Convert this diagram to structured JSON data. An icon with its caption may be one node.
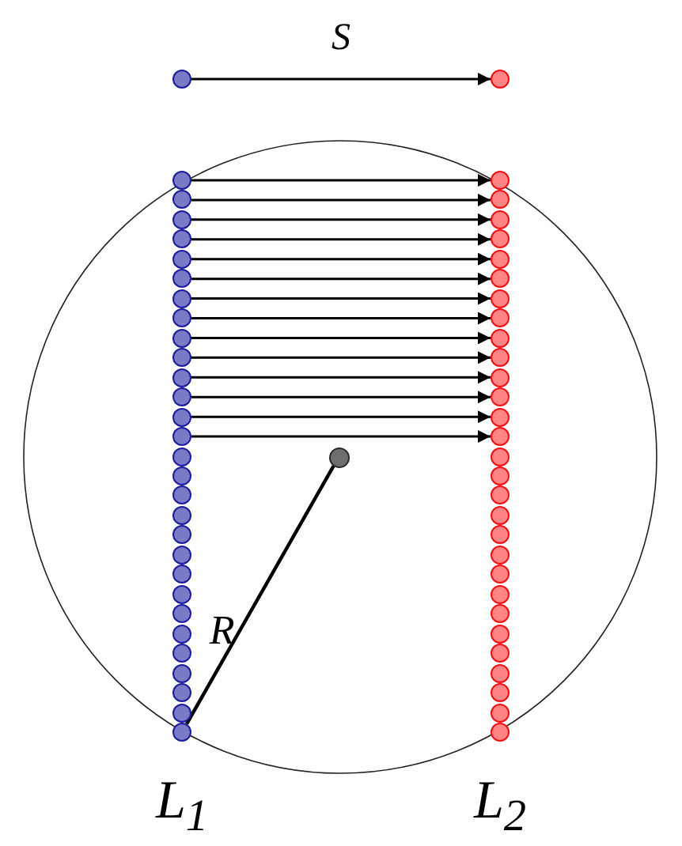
{
  "diagram": {
    "nodes": [
      {
        "text": [],
        "shape": "circle"
      },
      {
        "text": [],
        "shape": "circle"
      },
      {
        "text": [],
        "shape": "circle"
      },
      {
        "text": [],
        "shape": "circle"
      },
      {
        "text": [],
        "shape": "circle"
      },
      {
        "text": [],
        "shape": "circle"
      },
      {
        "text": [],
        "shape": "circle"
      },
      {
        "text": [],
        "shape": "circle"
      },
      {
        "text": [],
        "shape": "circle"
      },
      {
        "text": [],
        "shape": "circle"
      },
      {
        "text": [],
        "shape": "circle"
      },
      {
        "text": [],
        "shape": "circle"
      },
      {
        "text": [],
        "shape": "circle"
      },
      {
        "text": [],
        "shape": "circle"
      },
      {
        "text": [],
        "shape": "circle"
      },
      {
        "text": [],
        "shape": "circle"
      },
      {
        "text": [],
        "shape": "circle"
      },
      {
        "text": [],
        "shape": "circle"
      },
      {
        "text": [],
        "shape": "circle"
      },
      {
        "text": [],
        "shape": "circle"
      },
      {
        "text": [],
        "shape": "circle"
      },
      {
        "text": [],
        "shape": "circle"
      },
      {
        "text": [],
        "shape": "circle"
      },
      {
        "text": [],
        "shape": "circle"
      },
      {
        "text": [],
        "shape": "circle"
      },
      {
        "text": [],
        "shape": "circle"
      },
      {
        "text": [],
        "shape": "circle"
      },
      {
        "text": [],
        "shape": "circle"
      },
      {
        "text": [],
        "shape": "circle"
      },
      {
        "text": [],
        "shape": "circle"
      },
      {
        "text": [],
        "shape": "circle"
      },
      {
        "text": [],
        "shape": "circle"
      },
      {
        "text": [],
        "shape": "circle"
      },
      {
        "text": [],
        "shape": "circle"
      },
      {
        "text": [],
        "shape": "circle"
      },
      {
        "text": [],
        "shape": "circle"
      },
      {
        "text": [],
        "shape": "circle"
      },
      {
        "text": [],
        "shape": "circle"
      },
      {
        "text": [],
        "shape": "circle"
      },
      {
        "text": [],
        "shape": "circle"
      },
      {
        "text": [],
        "shape": "circle"
      },
      {
        "text": [],
        "shape": "circle"
      },
      {
        "text": [],
        "shape": "circle"
      },
      {
        "text": [],
        "shape": "circle"
      },
      {
        "text": [],
        "shape": "circle"
      },
      {
        "text": [],
        "shape": "circle"
      },
      {
        "text": [],
        "shape": "circle"
      },
      {
        "text": [],
        "shape": "circle"
      },
      {
        "text": [],
        "shape": "circle"
      },
      {
        "text": [],
        "shape": "circle"
      },
      {
        "text": [],
        "shape": "circle"
      },
      {
        "text": [],
        "shape": "circle"
      },
      {
        "text": [],
        "shape": "circle"
      },
      {
        "text": [],
        "shape": "circle"
      },
      {
        "text": [],
        "shape": "circle"
      },
      {
        "text": [],
        "shape": "circle"
      },
      {
        "text": [],
        "shape": "circle"
      },
      {
        "text": [],
        "shape": "circle"
      },
      {
        "text": [],
        "shape": "circle"
      },
      {
        "text": [],
        "shape": "circle"
      },
      {
        "text": [],
        "shape": "circle"
      }
    ],
    "edges": [
      {
        "from": 0,
        "to": 1,
        "arrow": "to",
        "label": "S"
      },
      {
        "from": 2,
        "to": 31,
        "arrow": "to"
      },
      {
        "from": 3,
        "to": 32,
        "arrow": "to"
      },
      {
        "from": 4,
        "to": 33,
        "arrow": "to"
      },
      {
        "from": 5,
        "to": 34,
        "arrow": "to"
      },
      {
        "from": 6,
        "to": 35,
        "arrow": "to"
      },
      {
        "from": 7,
        "to": 36,
        "arrow": "to"
      },
      {
        "from": 8,
        "to": 37,
        "arrow": "to"
      },
      {
        "from": 9,
        "to": 38,
        "arrow": "to"
      },
      {
        "from": 10,
        "to": 39,
        "arrow": "to"
      },
      {
        "from": 11,
        "to": 40,
        "arrow": "to"
      },
      {
        "from": 12,
        "to": 41,
        "arrow": "to"
      },
      {
        "from": 13,
        "to": 42,
        "arrow": "to"
      },
      {
        "from": 14,
        "to": 43,
        "arrow": "to"
      },
      {
        "from": 15,
        "to": 44,
        "arrow": "to"
      },
      {
        "from": 60,
        "to": 30,
        "arrow": "none",
        "label": "R"
      }
    ],
    "labels": [
      "L$_{1}$",
      "L$_{2}$"
    ]
  }
}
